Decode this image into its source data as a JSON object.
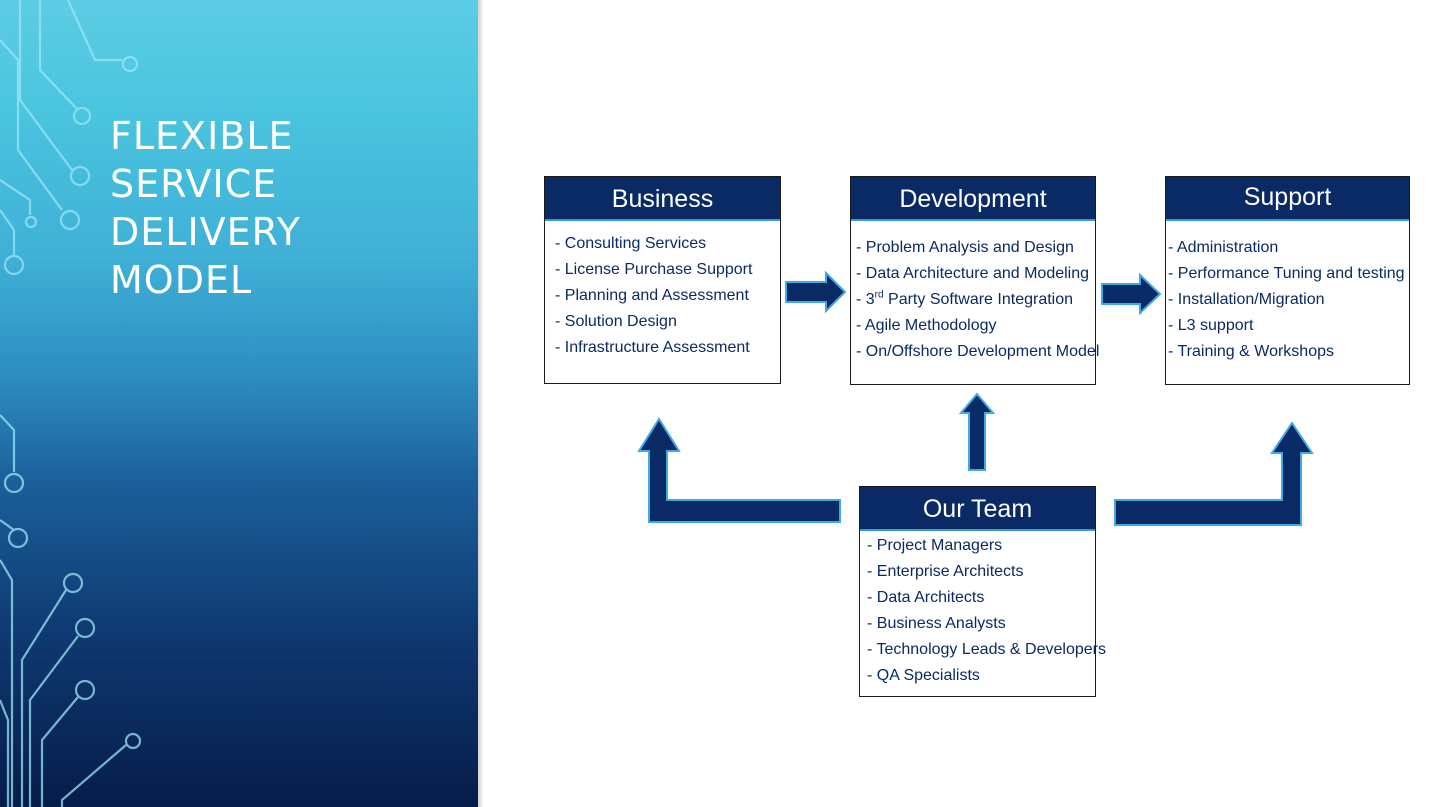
{
  "slide": {
    "title_line1": "FLEXIBLE SERVICE",
    "title_line2": "DELIVERY MODEL"
  },
  "colors": {
    "box_header": "#0a2a66",
    "text": "#0b2a63",
    "arrow_fill": "#0a2a66",
    "arrow_border": "#3fa8e6",
    "panel_top": "#5ccde4",
    "panel_bottom": "#061c4a"
  },
  "boxes": {
    "business": {
      "title": "Business Enablement",
      "items": [
        "- Consulting Services",
        "- License Purchase Support",
        "- Planning and Assessment",
        "- Solution Design",
        "- Infrastructure Assessment"
      ]
    },
    "development": {
      "title": "Development",
      "items": [
        "- Problem Analysis and Design",
        "- Data Architecture and Modeling",
        "- 3",
        "- Agile Methodology",
        "- On/Offshore Development Model"
      ],
      "item3_sup": "rd",
      "item3_rest": " Party Software Integration"
    },
    "support": {
      "title": "Support",
      "items": [
        "- Administration",
        "- Performance Tuning and testing",
        "- Installation/Migration",
        "-  L3 support",
        "- Training & Workshops"
      ]
    },
    "team": {
      "title": "Our Team",
      "items": [
        "- Project Managers",
        "- Enterprise Architects",
        "- Data Architects",
        "- Business Analysts",
        "- Technology Leads & Developers",
        "- QA Specialists"
      ]
    }
  }
}
